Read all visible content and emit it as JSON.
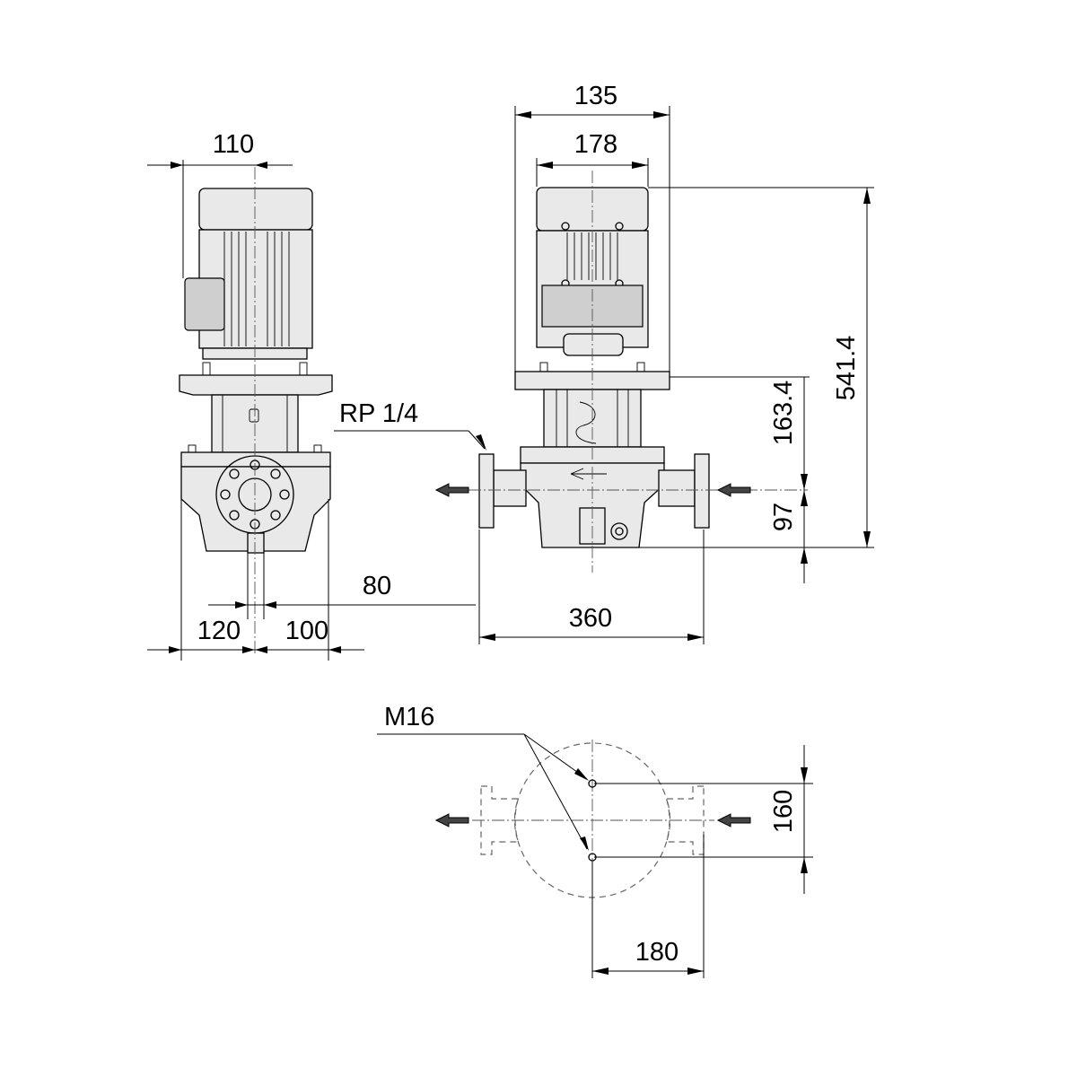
{
  "dimensions": {
    "d_110": "110",
    "d_135": "135",
    "d_178": "178",
    "d_541_4": "541.4",
    "d_163_4": "163.4",
    "d_97": "97",
    "d_80": "80",
    "d_120": "120",
    "d_100": "100",
    "d_360": "360",
    "d_160": "160",
    "d_180": "180"
  },
  "callouts": {
    "rp": "RP 1/4",
    "m16": "M16"
  }
}
